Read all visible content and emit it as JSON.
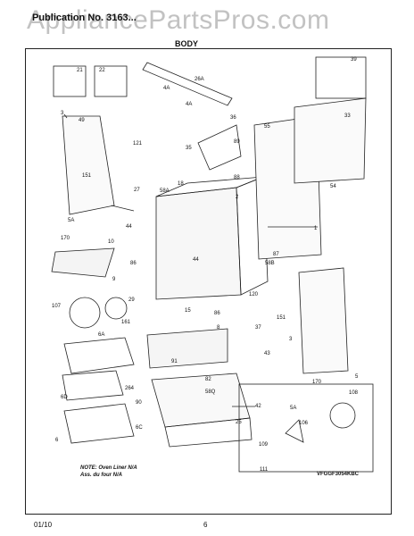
{
  "header": {
    "title": "Publication No. 3163... ",
    "section": "BODY"
  },
  "watermark": "AppliancePartsPros.com",
  "diagram": {
    "labels": [
      "21",
      "22",
      "49",
      "4A",
      "26A",
      "39",
      "3",
      "4A",
      "36",
      "33",
      "35",
      "55",
      "89",
      "121",
      "88",
      "151",
      "18",
      "2",
      "58A",
      "54",
      "27",
      "5A",
      "170",
      "44",
      "10",
      "1",
      "86",
      "44",
      "87",
      "58B",
      "9",
      "29",
      "120",
      "86",
      "107",
      "161",
      "15",
      "151",
      "37",
      "6A",
      "8",
      "3",
      "43",
      "91",
      "82",
      "5",
      "264",
      "58Q",
      "6D",
      "90",
      "42",
      "6C",
      "170",
      "25",
      "108",
      "5A",
      "6",
      "109",
      "106",
      "111"
    ]
  },
  "note": {
    "line1": "NOTE: Oven Liner N/A",
    "line2": "Ass. du four N/A"
  },
  "drawing_code": "VFGGF3054KBC",
  "footer": {
    "date": "01/10",
    "page": "6"
  }
}
